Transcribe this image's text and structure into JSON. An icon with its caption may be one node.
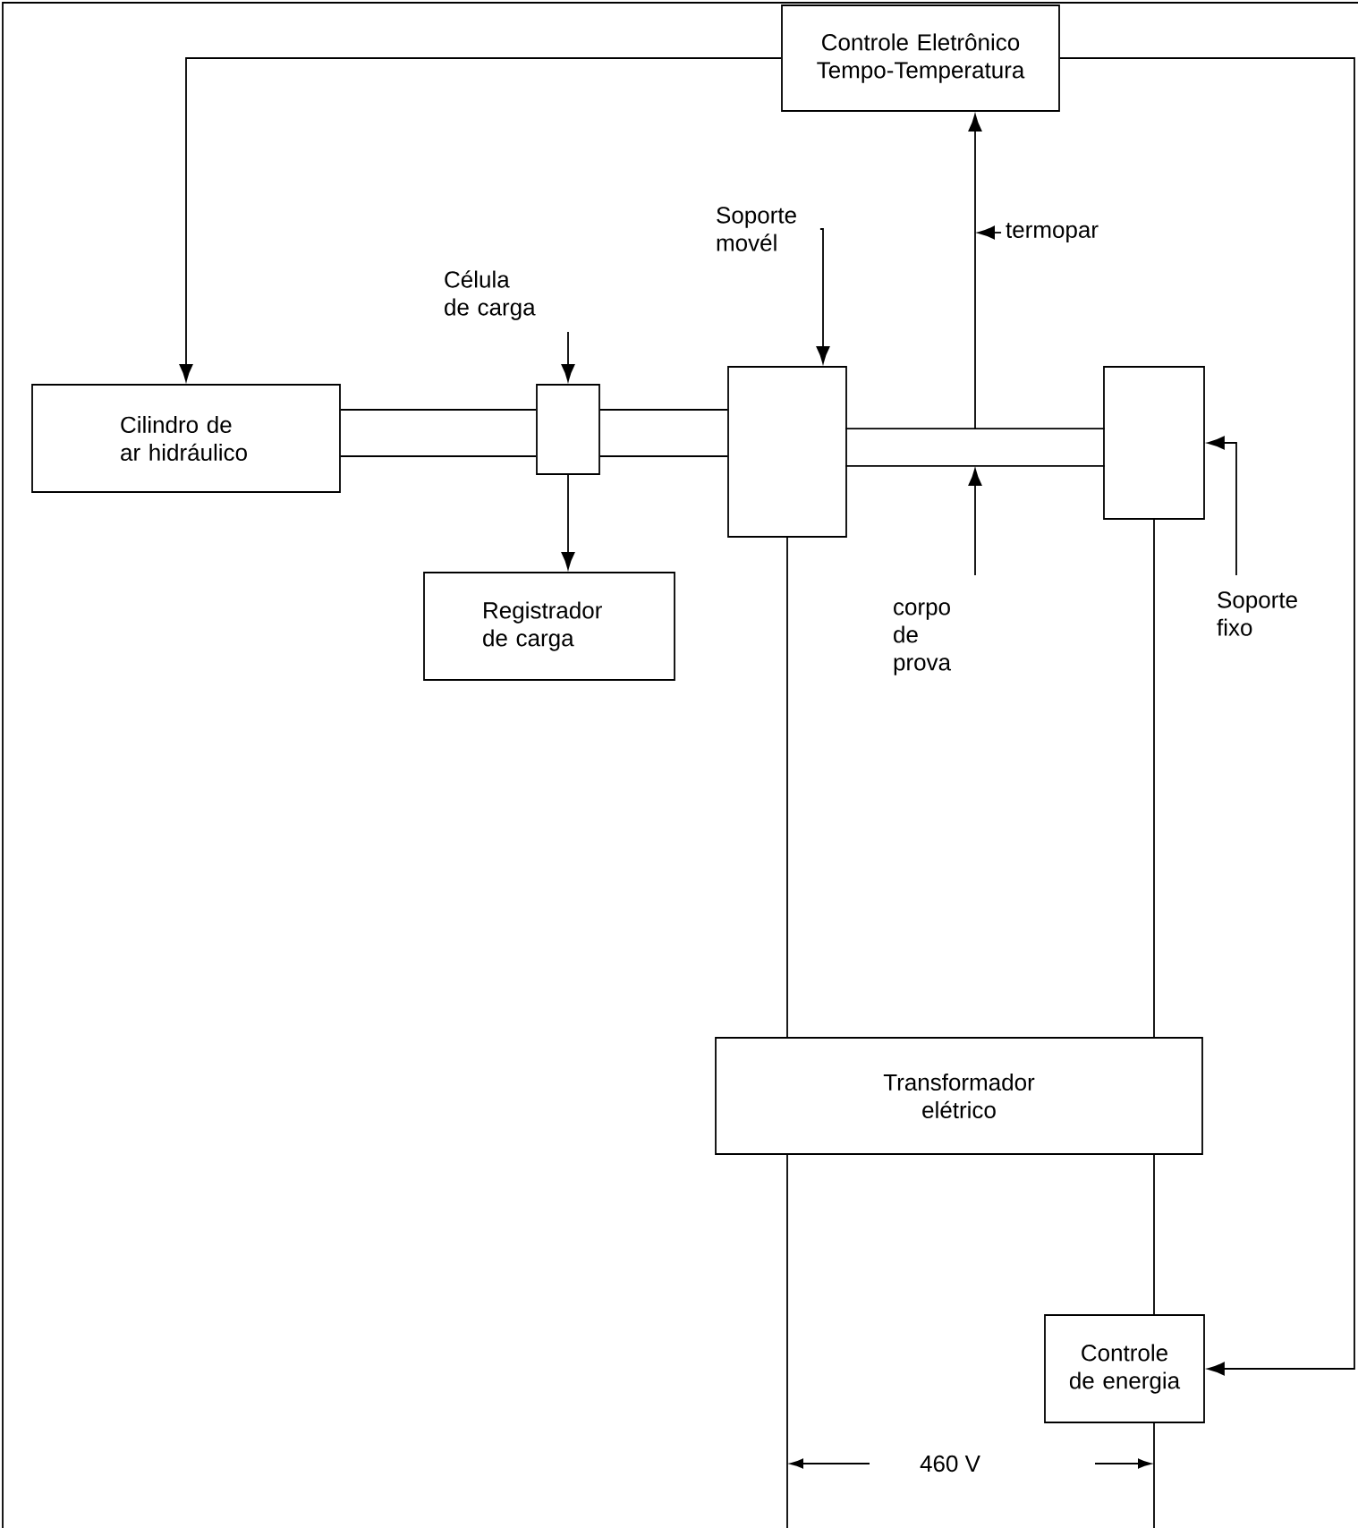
{
  "diagram": {
    "nodes": [
      {
        "text": [
          "Controle Eletrônico Tempo-Temperatura"
        ]
      },
      {
        "text": [
          "Célula de carga"
        ]
      },
      {
        "text": [
          "Soporte movél"
        ]
      },
      {
        "text": [
          "termopar"
        ]
      },
      {
        "text": [
          "Cilindro de ar hidráulico"
        ]
      },
      {
        "text": [],
        "shape": "box"
      },
      {
        "text": [],
        "shape": "box"
      },
      {
        "text": [],
        "shape": "bar"
      },
      {
        "text": [],
        "shape": "box"
      },
      {
        "text": [
          "corpo de prova"
        ]
      },
      {
        "text": [
          "Soporte fixo"
        ]
      },
      {
        "text": [
          "Registrador de carga"
        ]
      },
      {
        "text": [
          "Transformador elétrico"
        ]
      },
      {
        "text": [
          "Controle de energia"
        ]
      }
    ],
    "edges": [
      {
        "from": 0,
        "to": 4,
        "arrow": "to"
      },
      {
        "from": 0,
        "to": 13,
        "arrow": "to"
      },
      {
        "from": 7,
        "to": 0,
        "arrow": "to"
      },
      {
        "from": 1,
        "to": 5,
        "arrow": "to"
      },
      {
        "from": 2,
        "to": 6,
        "arrow": "to"
      },
      {
        "from": 3,
        "to": null,
        "arrow": "to"
      },
      {
        "from": 4,
        "to": 5,
        "arrow": "none"
      },
      {
        "from": 5,
        "to": 6,
        "arrow": "none"
      },
      {
        "from": 5,
        "to": 11,
        "arrow": "to"
      },
      {
        "from": 9,
        "to": 7,
        "arrow": "to"
      },
      {
        "from": 10,
        "to": 8,
        "arrow": "to"
      },
      {
        "from": 6,
        "to": 12,
        "arrow": "none"
      },
      {
        "from": 8,
        "to": 12,
        "arrow": "none"
      },
      {
        "from": 12,
        "to": null,
        "arrow": "none"
      },
      {
        "from": 12,
        "to": 13,
        "arrow": "none"
      },
      {
        "from": 13,
        "to": null,
        "arrow": "none"
      }
    ],
    "labels": [
      "460 V"
    ]
  }
}
